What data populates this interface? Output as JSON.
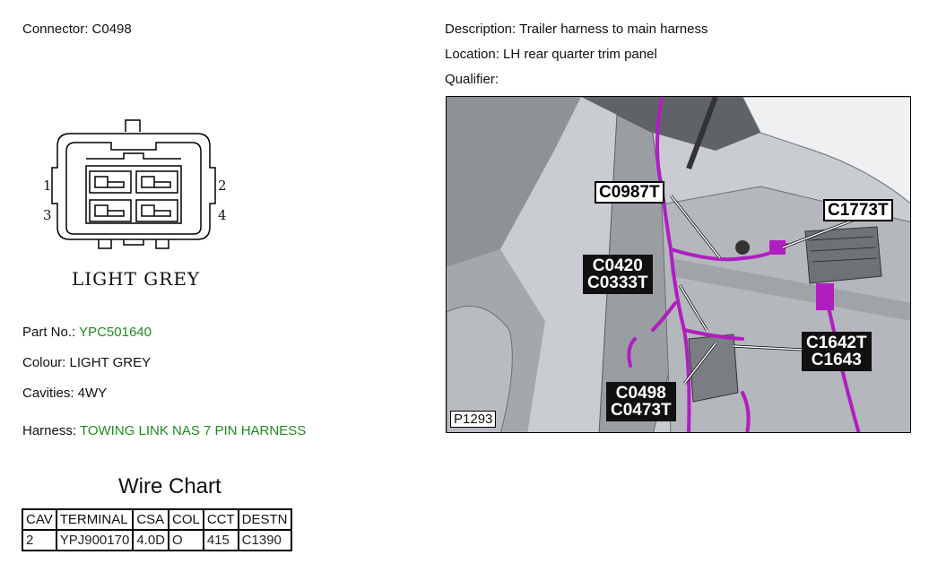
{
  "connector": {
    "label": "Connector: C0498"
  },
  "description": {
    "label": "Description: Trailer harness to main harness"
  },
  "location": {
    "label": "Location: LH rear quarter trim panel"
  },
  "qualifier": {
    "label": "Qualifier:"
  },
  "diagram": {
    "pins": [
      "1",
      "2",
      "3",
      "4"
    ],
    "colour_caption": "LIGHT GREY"
  },
  "part": {
    "label": "Part No.:",
    "value": "YPC501640",
    "value_color": "#1f8c1f"
  },
  "colour": {
    "label": "Colour: LIGHT GREY"
  },
  "cavities": {
    "label": "Cavities: 4WY"
  },
  "harness": {
    "label": "Harness:",
    "value": "TOWING LINK NAS 7 PIN HARNESS",
    "value_color": "#1f8c1f"
  },
  "wire_chart": {
    "title": "Wire Chart",
    "headers": [
      "CAV",
      "TERMINAL",
      "CSA",
      "COL",
      "CCT",
      "DESTN"
    ],
    "rows": [
      [
        "2",
        "YPJ900170",
        "4.0D",
        "O",
        "415",
        "C1390"
      ]
    ]
  },
  "photo": {
    "ref": "P1293",
    "callouts": {
      "c0987t": "C0987T",
      "c1773t": "C1773T",
      "c0420": "C0420",
      "c0333t": "C0333T",
      "c1642t": "C1642T",
      "c1643": "C1643",
      "c0498": "C0498",
      "c0473t": "C0473T"
    },
    "harness_color": "#b01ec0"
  }
}
